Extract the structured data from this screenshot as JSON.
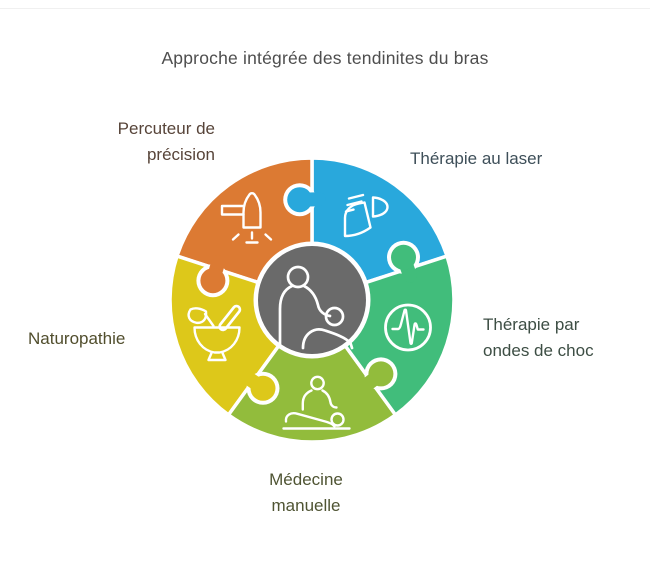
{
  "title": "Approche intégrée des tendinites du bras",
  "diagram": {
    "center": {
      "icon": "massage-practitioner-icon",
      "color": "#6a6a6a",
      "ring_color": "#ffffff"
    },
    "segments": [
      {
        "id": "laser",
        "label": "Thérapie au laser",
        "color": "#29a8dc",
        "label_color": "#3e4f59",
        "icon": "laser-lamp-icon"
      },
      {
        "id": "shockwave",
        "label": "Thérapie par ondes de choc",
        "color": "#41bd7b",
        "label_color": "#3d4e44",
        "icon": "shockwave-pulse-icon"
      },
      {
        "id": "manual",
        "label": "Médecine manuelle",
        "color": "#92bc3c",
        "label_color": "#4f5433",
        "icon": "manual-massage-icon"
      },
      {
        "id": "naturopathy",
        "label": "Naturopathie",
        "color": "#ddc81a",
        "label_color": "#514e2d",
        "icon": "mortar-pestle-icon"
      },
      {
        "id": "percussion",
        "label": "Percuteur de précision",
        "color": "#dc7a33",
        "label_color": "#574439",
        "icon": "massage-gun-icon"
      }
    ]
  }
}
